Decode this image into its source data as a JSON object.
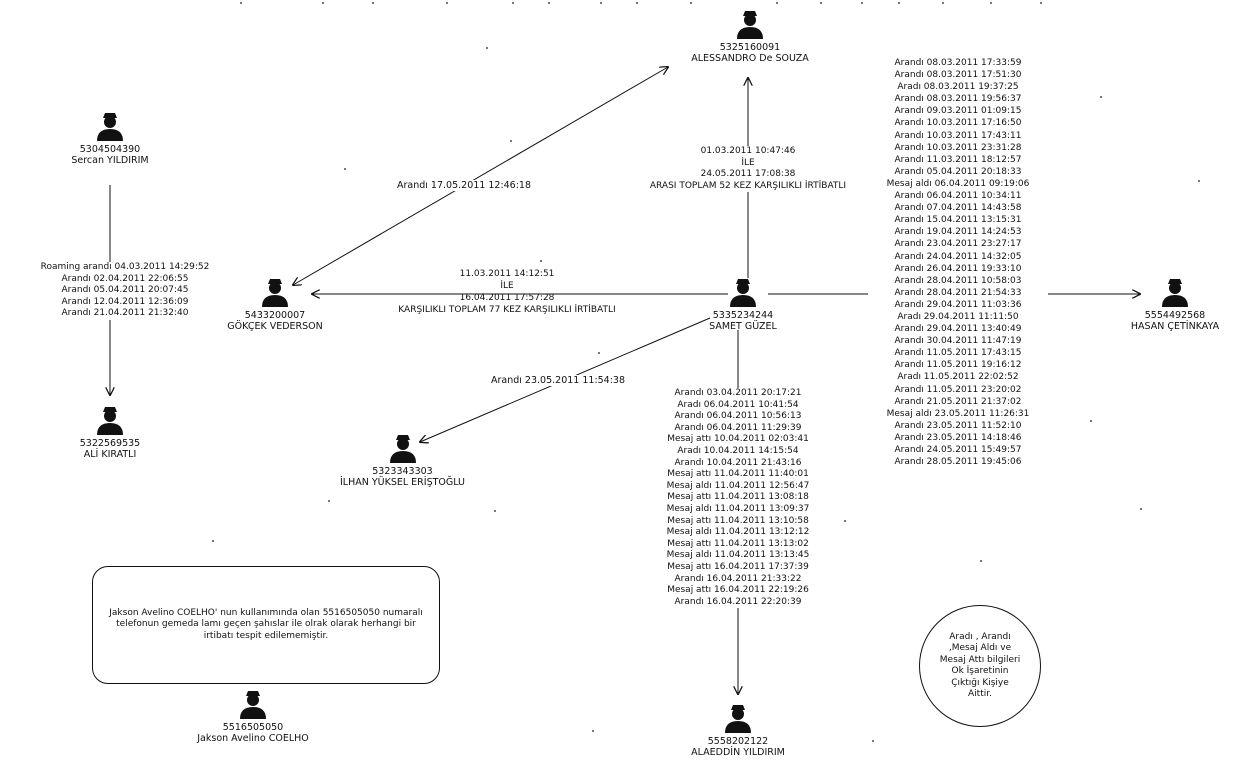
{
  "nodes": {
    "alessandro": {
      "phone": "5325160091",
      "name": "ALESSANDRO De SOUZA"
    },
    "sercan": {
      "phone": "5304504390",
      "name": "Sercan YILDIRIM"
    },
    "gokcek": {
      "phone": "5433200007",
      "name": "GÖKÇEK VEDERSON"
    },
    "samet": {
      "phone": "5335234244",
      "name": "SAMET GÜZEL"
    },
    "hasan": {
      "phone": "5554492568",
      "name": "HASAN ÇETİNKAYA"
    },
    "ali": {
      "phone": "5322569535",
      "name": "ALİ KIRATLI"
    },
    "ilhan": {
      "phone": "5323343303",
      "name": "İLHAN YÜKSEL ERİŞTOĞLU"
    },
    "alaeddin": {
      "phone": "5558202122",
      "name": "ALAEDDİN YILDIRIM"
    },
    "jakson": {
      "phone": "5516505050",
      "name": "Jakson Avelino COELHO"
    }
  },
  "edges": {
    "gokcek_alessandro": "Arandı 17.05.2011 12:46:18",
    "samet_alessandro": [
      "01.03.2011 10:47:46",
      "İLE",
      "24.05.2011 17:08:38",
      "ARASI TOPLAM 52 KEZ KARŞILIKLI İRTİBATLI"
    ],
    "samet_gokcek": [
      "11.03.2011 14:12:51",
      "İLE",
      "16.04.2011 17:57:28",
      "KARŞILIKLI TOPLAM 77 KEZ KARŞILIKLI İRTİBATLI"
    ],
    "samet_ilhan": "Arandı 23.05.2011 11:54:38",
    "sercan_ali": [
      "Roaming arandı 04.03.2011 14:29:52",
      "Arandı 02.04.2011 22:06:55",
      "Arandı 05.04.2011 20:07:45",
      "Arandı 12.04.2011 12:36:09",
      "Arandı 21.04.2011 21:32:40"
    ],
    "samet_alaeddin": [
      "Arandı 03.04.2011 20:17:21",
      "Aradı 06.04.2011 10:41:54",
      "Arandı 06.04.2011 10:56:13",
      "Arandı 06.04.2011 11:29:39",
      "Mesaj attı 10.04.2011 02:03:41",
      "Aradı 10.04.2011 14:15:54",
      "Arandı 10.04.2011 21:43:16",
      "Mesaj attı 11.04.2011 11:40:01",
      "Mesaj aldı 11.04.2011 12:56:47",
      "Mesaj attı 11.04.2011 13:08:18",
      "Mesaj aldı 11.04.2011 13:09:37",
      "Mesaj attı 11.04.2011 13:10:58",
      "Mesaj aldı 11.04.2011 13:12:12",
      "Mesaj attı 11.04.2011 13:13:02",
      "Mesaj aldı 11.04.2011 13:13:45",
      "Mesaj attı 16.04.2011 17:37:39",
      "Arandı 16.04.2011 21:33:22",
      "Mesaj attı 16.04.2011 22:19:26",
      "Arandı 16.04.2011 22:20:39"
    ],
    "samet_hasan": [
      "Arandı 08.03.2011 17:33:59",
      "Arandı 08.03.2011 17:51:30",
      "Aradı 08.03.2011 19:37:25",
      "Arandı 08.03.2011 19:56:37",
      "Arandı 09.03.2011 01:09:15",
      "Arandı 10.03.2011 17:16:50",
      "Arandı 10.03.2011 17:43:11",
      "Arandı 10.03.2011 23:31:28",
      "Arandı 11.03.2011 18:12:57",
      "Arandı 05.04.2011 20:18:33",
      "Mesaj aldı 06.04.2011 09:19:06",
      "Arandı 06.04.2011 10:34:11",
      "Arandı 07.04.2011 14:43:58",
      "Arandı 15.04.2011 13:15:31",
      "Arandı 19.04.2011 14:24:53",
      "Arandı 23.04.2011 23:27:17",
      "Arandı 24.04.2011 14:32:05",
      "Arandı 26.04.2011 19:33:10",
      "Arandı 28.04.2011 10:58:03",
      "Arandı 28.04.2011 21:54:33",
      "Arandı 29.04.2011 11:03:36",
      "Aradı 29.04.2011 11:11:50",
      "Arandı 29.04.2011 13:40:49",
      "Arandı 30.04.2011 11:47:19",
      "Arandı 11.05.2011 17:43:15",
      "Arandı 11.05.2011 19:16:12",
      "Aradı 11.05.2011 22:02:52",
      "Arandı 11.05.2011 23:20:02",
      "Arandı 21.05.2011 21:37:02",
      "Mesaj aldı 23.05.2011 11:26:31",
      "Arandı 23.05.2011 11:52:10",
      "Arandı 23.05.2011 14:18:46",
      "Arandı 24.05.2011 15:49:57",
      "Arandı 28.05.2011 19:45:06"
    ]
  },
  "note": "Jakson Avelino COELHO' nun kullanımında olan 5516505050 numaralı telefonun gemeda lamı geçen şahıslar ile olrak olarak herhangi bir irtibatı tespit edilememiştir.",
  "legend": "Aradı , Arandı ,Mesaj Aldı ve Mesaj Attı bilgileri Ok İşaretinin Çıktığı Kişiye Aittir.",
  "icons": {
    "person": "person-icon",
    "arrow": "arrow-icon"
  },
  "colors": {
    "ink": "#111111",
    "background": "#ffffff"
  }
}
